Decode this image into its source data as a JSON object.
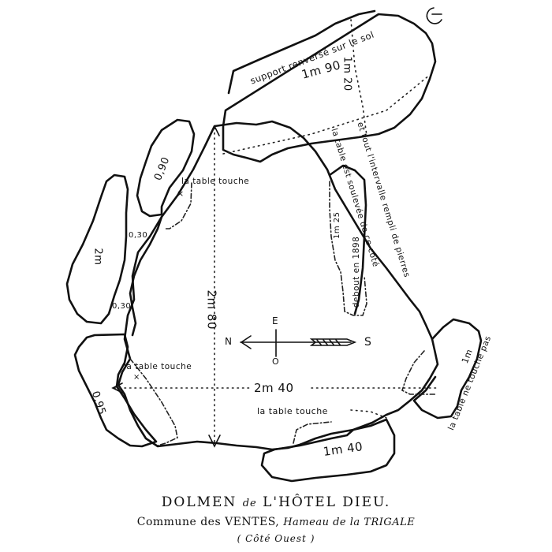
{
  "title": {
    "main_prefix": "DOLMEN",
    "connector": "de",
    "main_suffix": "L'HÔTEL DIEU."
  },
  "subtitle": {
    "commune": "Commune des VENTES,",
    "hamlet": "Hameau de la TRIGALE"
  },
  "note": "( Côté Ouest )",
  "compass": {
    "north": "N",
    "south": "S",
    "east": "E",
    "west": "O"
  },
  "stones": {
    "fallen_support": {
      "label": "support renversé sur le sol",
      "length": "1m 90",
      "width": "1m 20"
    },
    "west_upper": {
      "size": "0,90",
      "note": "la table touche"
    },
    "west_outer": {
      "size": "2m",
      "gap_top": "0,30",
      "gap_bottom": "0,30"
    },
    "west_lower": {
      "size": "0,95",
      "note": "la table touche"
    },
    "east_inner": {
      "size": "1m 25",
      "note": "debout en 1898"
    },
    "east_outer": {
      "size": "1m",
      "note": "la table ne touche pas"
    },
    "south": {
      "size": "1m 40",
      "note": "la table touche"
    }
  },
  "capstone": {
    "length": "2m 80",
    "width": "2m 40"
  },
  "annotations": {
    "east_side_line1": "la table est soulevée de ce côté",
    "east_side_line2": "et tout l'intervalle rempli de pierres"
  },
  "colors": {
    "ink": "#111111",
    "paper": "#ffffff"
  }
}
